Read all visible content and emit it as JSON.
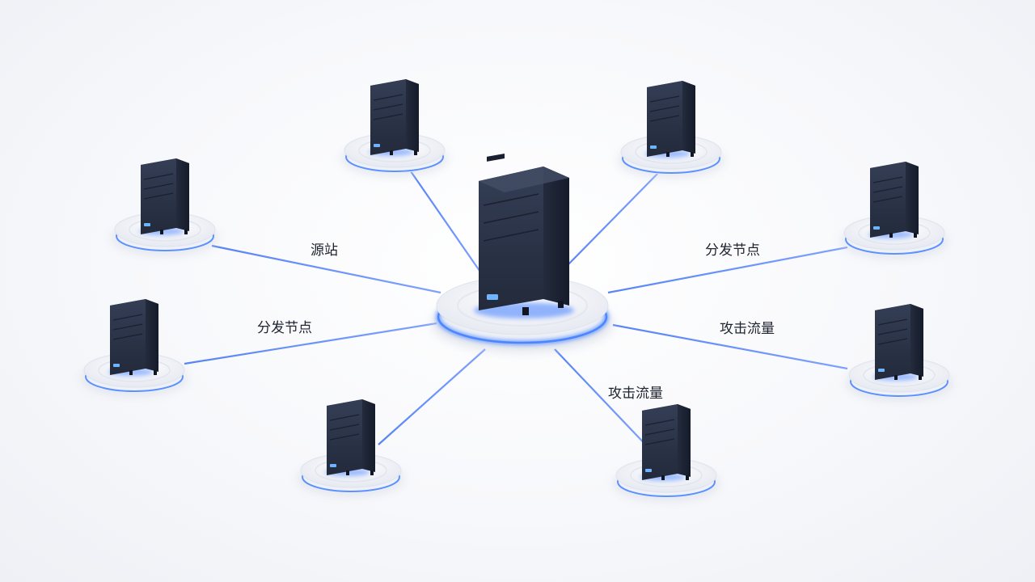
{
  "diagram": {
    "edge_labels": [
      {
        "id": "label-source",
        "text": "源站"
      },
      {
        "id": "label-distribution-right",
        "text": "分发节点"
      },
      {
        "id": "label-distribution-left",
        "text": "分发节点"
      },
      {
        "id": "label-attack-right",
        "text": "攻击流量"
      },
      {
        "id": "label-attack-bottom",
        "text": "攻击流量"
      }
    ]
  },
  "colors": {
    "link": "#3b6ff5",
    "ring_glow": "#3d7bff",
    "server_body": "#2a3346",
    "server_side": "#1c2334",
    "server_top": "#3a4459",
    "led": "#4ea1ff",
    "platform": "#ffffff"
  }
}
